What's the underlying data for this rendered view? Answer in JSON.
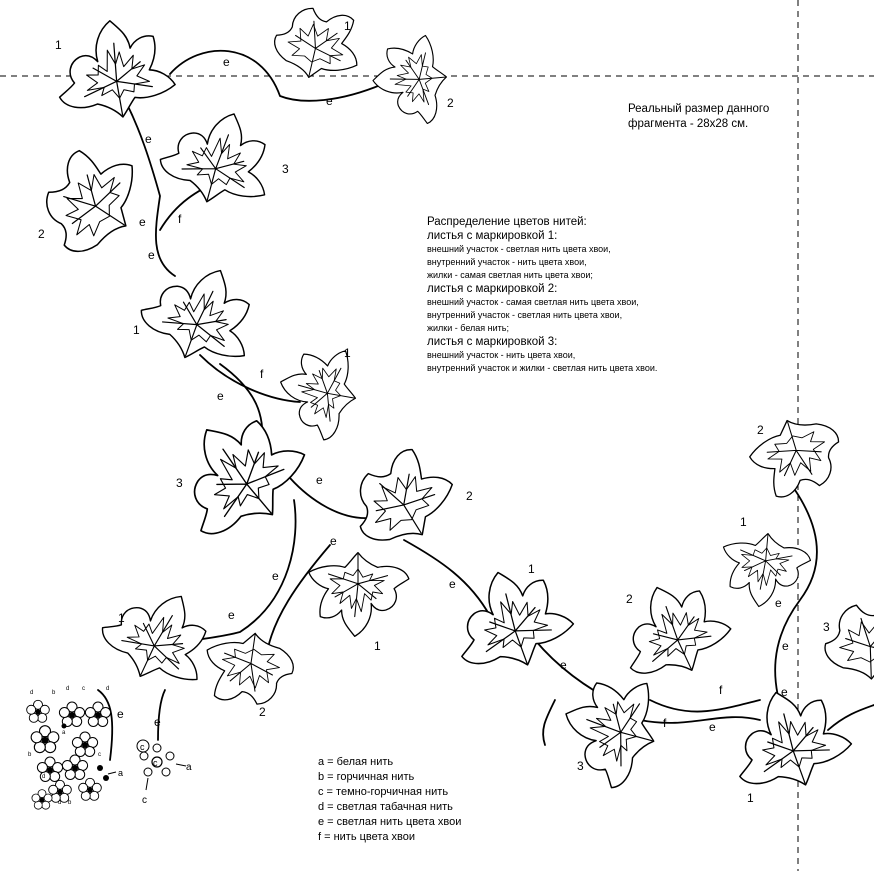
{
  "note": {
    "line1": "Реальный размер данного",
    "line2": "фрагмента - 28х28 см."
  },
  "distribution": {
    "title": "Распределение цветов нитей:",
    "group1": {
      "heading": "листья с маркировкой 1:",
      "lines": [
        "внешний участок - светлая нить цвета хвои,",
        "внутренний участок - нить цвета хвои,",
        "жилки - самая светлая нить цвета хвои;"
      ]
    },
    "group2": {
      "heading": "листья с маркировкой 2:",
      "lines": [
        "внешний участок - самая светлая нить цвета хвои,",
        "внутренний участок - светлая нить цвета хвои,",
        "жилки - белая нить;"
      ]
    },
    "group3": {
      "heading": "листья с маркировкой 3:",
      "lines": [
        "внешний участок - нить цвета хвои,",
        "внутренний участок и жилки - светлая нить цвета хвои."
      ]
    }
  },
  "legend": [
    "a = белая нить",
    "b = горчичная нить",
    "c = темно-горчичная нить",
    "d = светлая табачная нить",
    "e = светлая нить цвета хвои",
    "f = нить цвета хвои"
  ],
  "leaf_numbers": [
    "1",
    "1",
    "2",
    "2",
    "3",
    "1",
    "1",
    "3",
    "2",
    "1",
    "1",
    "2",
    "2",
    "1",
    "2",
    "3",
    "3",
    "1"
  ],
  "stem_letters": [
    "e",
    "e",
    "e",
    "e",
    "e",
    "f",
    "e",
    "f",
    "e",
    "e",
    "e",
    "e",
    "e",
    "e",
    "e",
    "e",
    "e",
    "f",
    "f",
    "e",
    "e",
    "e"
  ],
  "flower_letters": [
    "a",
    "b",
    "c",
    "d"
  ]
}
